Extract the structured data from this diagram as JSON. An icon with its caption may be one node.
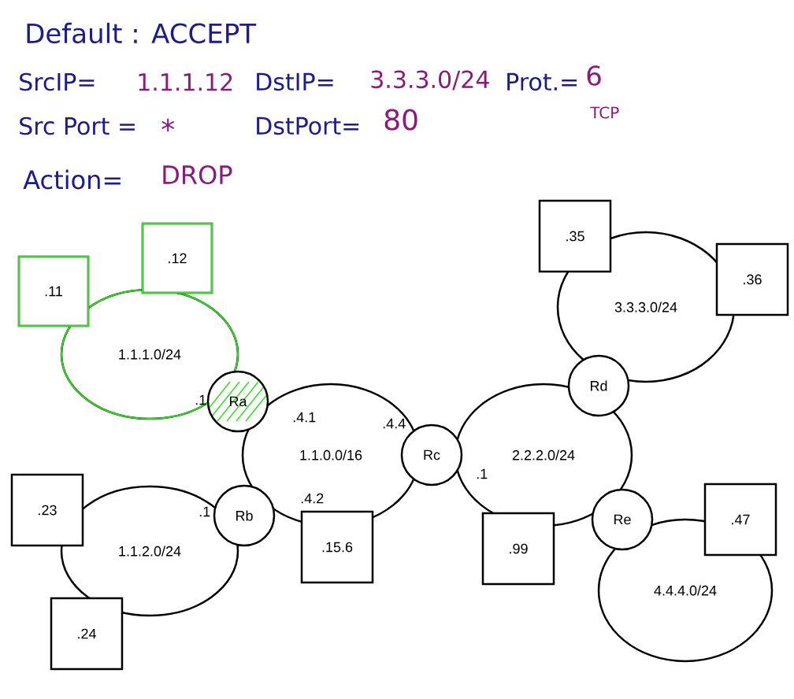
{
  "diagram": {
    "nodes": [
      {
        "text": [
          ".35"
        ]
      },
      {
        "text": [
          ".12"
        ]
      },
      {
        "text": [
          ".36"
        ]
      },
      {
        "text": [
          ".11"
        ]
      },
      {
        "text": [
          "3.3.3.0/24"
        ]
      },
      {
        "text": [
          "1.1.1.0/24"
        ]
      },
      {
        "text": [
          "Rd"
        ]
      },
      {
        "text": [
          "Ra"
        ]
      },
      {
        "text": [
          "1.1.0.0/16"
        ]
      },
      {
        "text": [
          "Rc"
        ]
      },
      {
        "text": [
          "2.2.2.0/24"
        ]
      },
      {
        "text": [
          ".23"
        ]
      },
      {
        "text": [
          "Rb"
        ]
      },
      {
        "text": [
          "Re"
        ]
      },
      {
        "text": [
          ".47"
        ]
      },
      {
        "text": [
          "1.1.2.0/24"
        ]
      },
      {
        "text": [
          ".15.6"
        ]
      },
      {
        "text": [
          ".99"
        ]
      },
      {
        "text": [
          "4.4.4.0/24"
        ]
      },
      {
        "text": [
          ".24"
        ]
      }
    ],
    "labels": [
      "Default : ACCEPT",
      "SrcIP=",
      "1.1.1.12",
      "DstIP=",
      "3.3.3.0/24",
      "Prot.=",
      "6",
      "TCP",
      "Src Port =",
      "*",
      "DstPort=",
      "80",
      "Action=",
      "DROP",
      ".1",
      ".4.1",
      ".4.4",
      ".1",
      ".4.2",
      ".1"
    ]
  }
}
